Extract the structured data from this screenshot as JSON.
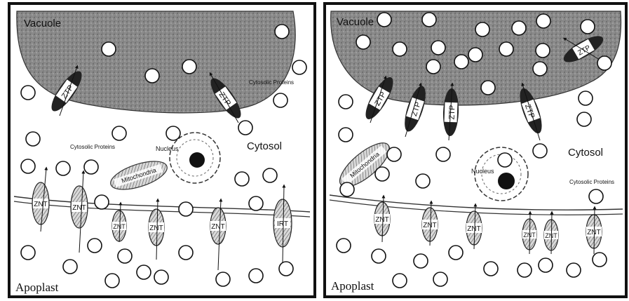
{
  "panels": [
    {
      "vacuole_label": "Vacuole",
      "cytosol_label": "Cytosol",
      "apoplast_label": "Apoplast",
      "nucleus_label": "Nucleus",
      "mitochondria_label": "Mitochondria",
      "cytosolic_proteins_labels": [
        "Cytosolic Proteins",
        "Cytosolic Proteins"
      ],
      "ztp_labels": [
        "ZTP",
        "ZTP"
      ],
      "membrane_transporter_labels": [
        "ZNT",
        "ZNT",
        "ZNT",
        "ZNT",
        "ZNT",
        "IRT"
      ]
    },
    {
      "vacuole_label": "Vacuole",
      "cytosol_label": "Cytosol",
      "apoplast_label": "Apoplast",
      "nucleus_label": "Nucleus",
      "mitochondria_label": "Mitochondria",
      "cytosolic_proteins_labels": [
        "Cytosolic Proteins"
      ],
      "ztp_labels": [
        "ZTP",
        "ZTP",
        "ZTP",
        "ZTP",
        "ZTP"
      ],
      "membrane_transporter_labels": [
        "ZNT",
        "ZNT",
        "ZNT",
        "ZNT",
        "ZNT",
        "ZNT"
      ]
    }
  ],
  "colors": {
    "vacuole_fill": "#8e8e8e",
    "frame": "#111111",
    "ion_stroke": "#111111"
  }
}
